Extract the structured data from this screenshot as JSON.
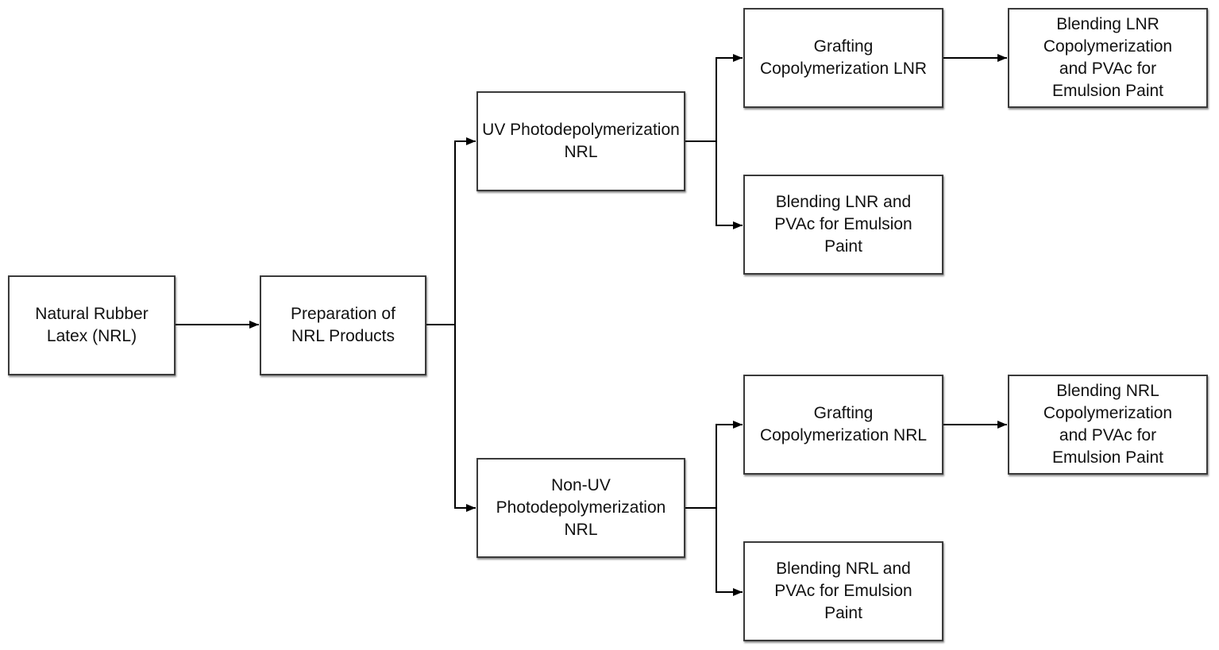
{
  "diagram": {
    "nodes": {
      "nrl": "Natural Rubber Latex (NRL)",
      "prep": "Preparation of NRL Products",
      "uv": "UV Photodepolymerization NRL",
      "nonuv": "Non-UV Photodepolymerization NRL",
      "graft_lnr": "Grafting Copolymerization LNR",
      "blend_lnr": "Blending LNR and PVAc for Emulsion Paint",
      "blend_lnr_copoly": "Blending LNR Copolymerization and PVAc for Emulsion Paint",
      "graft_nrl": "Grafting Copolymerization NRL",
      "blend_nrl": "Blending NRL and PVAc for Emulsion Paint",
      "blend_nrl_copoly": "Blending NRL Copolymerization and PVAc for Emulsion Paint"
    },
    "edges": [
      [
        "nrl",
        "prep"
      ],
      [
        "prep",
        "uv"
      ],
      [
        "prep",
        "nonuv"
      ],
      [
        "uv",
        "graft_lnr"
      ],
      [
        "uv",
        "blend_lnr"
      ],
      [
        "graft_lnr",
        "blend_lnr_copoly"
      ],
      [
        "nonuv",
        "graft_nrl"
      ],
      [
        "nonuv",
        "blend_nrl"
      ],
      [
        "graft_nrl",
        "blend_nrl_copoly"
      ]
    ]
  }
}
